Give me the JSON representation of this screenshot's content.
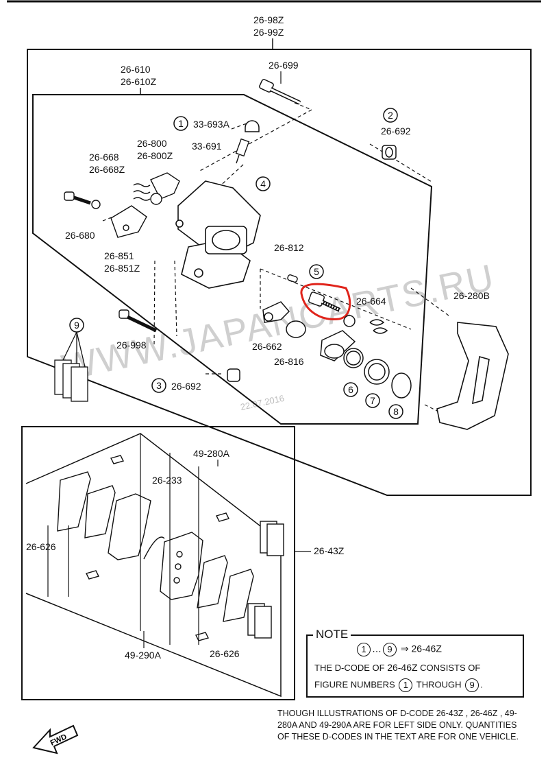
{
  "parts": {
    "assembly_a": "26-98Z",
    "assembly_b": "26-99Z",
    "caliper_a": "26-610",
    "caliper_b": "26-610Z",
    "bolt_699": "26-699",
    "cap": "33-693A",
    "bleeder": "33-691",
    "bushing_692_top": "26-692",
    "spring_800": "26-800",
    "spring_800z": "26-800Z",
    "part_668": "26-668",
    "part_668z": "26-668Z",
    "part_680": "26-680",
    "part_851": "26-851",
    "part_851z": "26-851Z",
    "part_812": "26-812",
    "part_664": "26-664",
    "part_280b": "26-280B",
    "part_998": "26-998",
    "part_662": "26-662",
    "part_816": "26-816",
    "bushing_692_bottom": "26-692",
    "shim_233": "26-233",
    "pad_280a": "49-280A",
    "shim_626_left": "26-626",
    "kit_43z": "26-43Z",
    "pad_290a": "49-290A",
    "shim_626_bottom": "26-626"
  },
  "callouts": {
    "c1": "1",
    "c2": "2",
    "c3": "3",
    "c4": "4",
    "c5": "5",
    "c6": "6",
    "c7": "7",
    "c8": "8",
    "c9": "9"
  },
  "watermark": "WWW.JAPANCARTS.RU",
  "date_stamp": "22.07.2016",
  "note": {
    "title": "NOTE",
    "range_from": "1",
    "range_sep": "…",
    "range_to": "9",
    "arrow": "⇒",
    "code": "26-46Z",
    "line2_pre": "THE D-CODE OF",
    "line2_code": "26-46Z",
    "line2_post": "CONSISTS OF",
    "line3_pre": "FIGURE NUMBERS",
    "line3_from": "1",
    "line3_mid": "THROUGH",
    "line3_to": "9",
    "line3_end": "."
  },
  "footnote": "THOUGH ILLUSTRATIONS OF D-CODE 26-43Z , 26-46Z , 49-280A AND 49-290A ARE FOR LEFT SIDE ONLY. QUANTITIES OF THESE D-CODES IN THE TEXT ARE FOR ONE VEHICLE.",
  "fwd_label": "FWD",
  "highlight_color": "#e0241b"
}
